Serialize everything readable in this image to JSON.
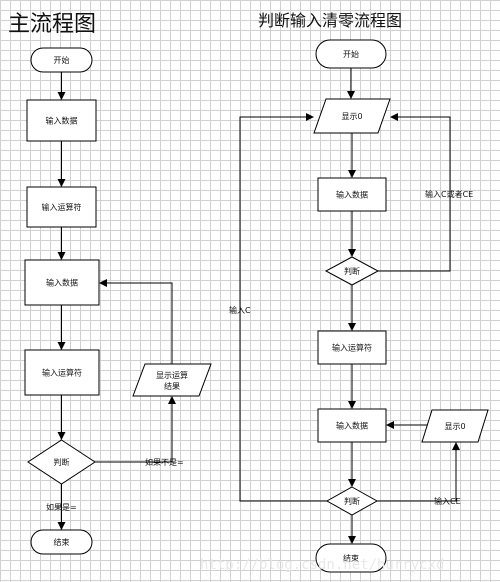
{
  "titles": {
    "main": "主流程图",
    "clear": "判断输入清零流程图"
  },
  "main_flow": {
    "start": "开始",
    "input_number_1": "输入数据",
    "input_operator_1": "输入运算符",
    "input_number_2": "输入数据",
    "input_operator_2": "输入运算符",
    "show_result_line1": "显示运算",
    "show_result_line2": "结果",
    "judge": "判断",
    "end": "结束",
    "edge_if_not": "如果不是=",
    "edge_if_yes": "如果是="
  },
  "clear_flow": {
    "start": "开始",
    "display_zero": "显示0",
    "input_number_1": "输入数据",
    "judge_1": "判断",
    "input_operator": "输入运算符",
    "input_number_2": "输入数据",
    "display_zero_2": "显示0",
    "judge_2": "判断",
    "end": "结束",
    "edge_c_or_ce": "输入C或者CE",
    "edge_c": "输入C",
    "edge_ce": "输入CE"
  },
  "watermark": "http://blog.csdn.net/hurrycxd"
}
